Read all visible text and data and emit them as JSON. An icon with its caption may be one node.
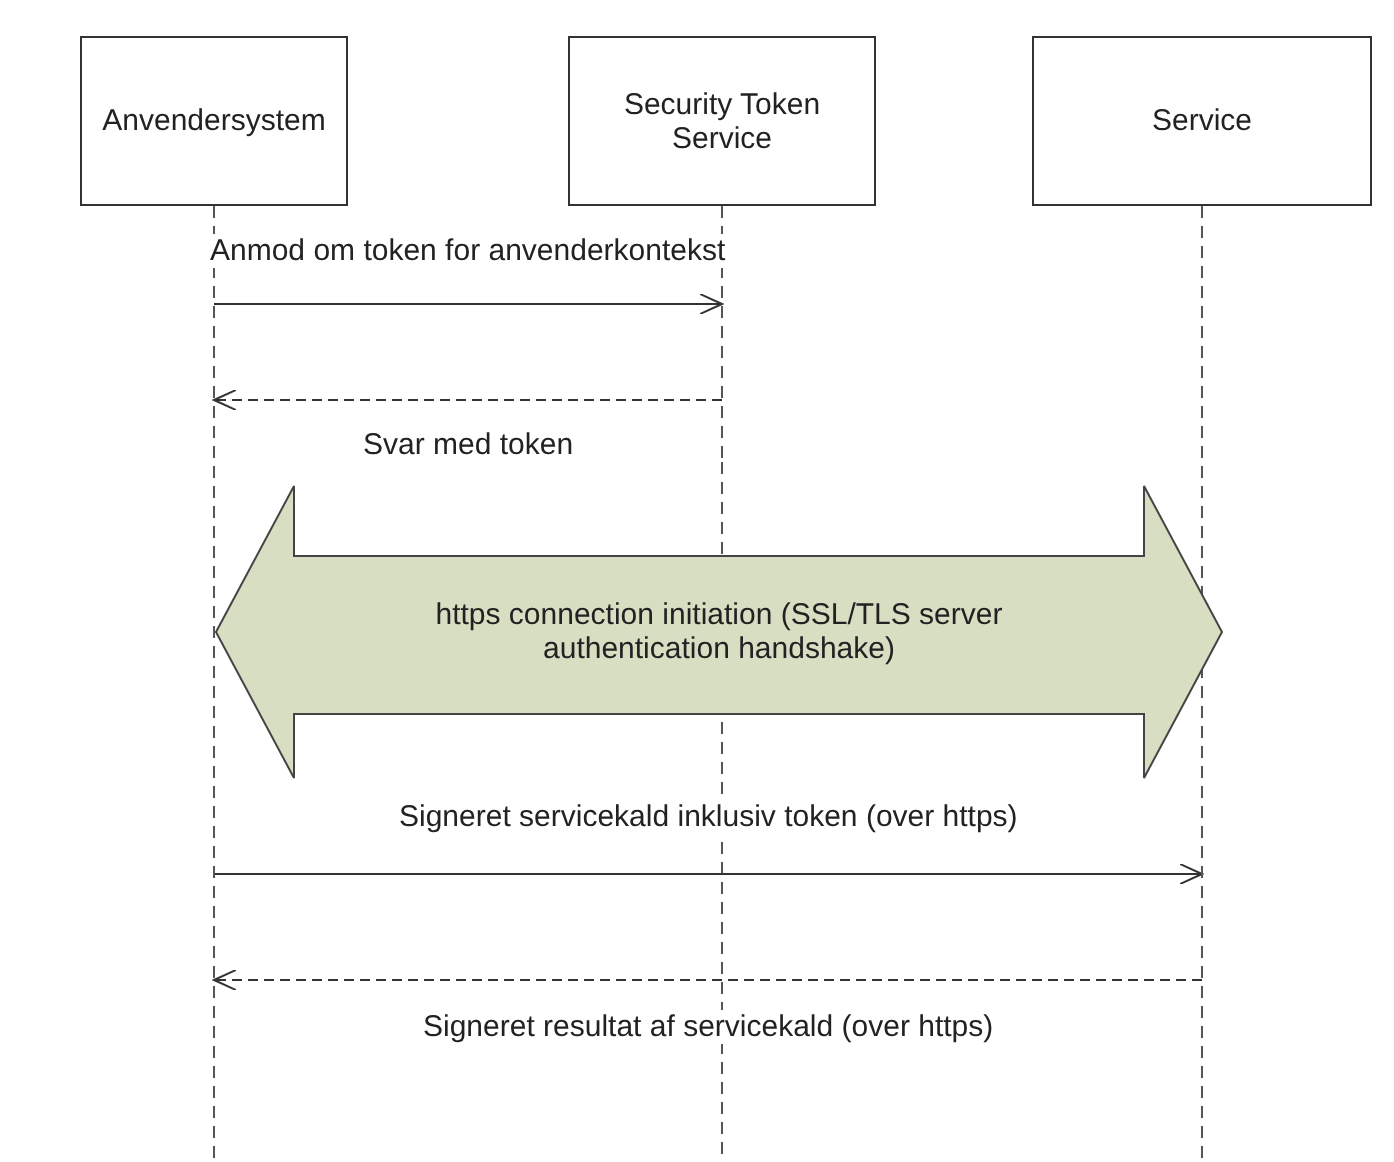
{
  "diagram": {
    "nodes": [
      {
        "text": [
          "Anvendersystem"
        ]
      },
      {
        "text": [
          "Security Token Service"
        ]
      },
      {
        "text": [
          "Service"
        ]
      },
      {
        "text": [
          "https connection initiation (SSL/TLS server authentication handshake)"
        ]
      }
    ],
    "edges": [
      {
        "from": 0,
        "to": 1,
        "arrow": "to",
        "label": "Anmod om token for anvenderkontekst"
      },
      {
        "from": 1,
        "to": 0,
        "arrow": "to",
        "style": "dashed",
        "label": "Svar med token"
      },
      {
        "from": 0,
        "to": 2,
        "arrow": "to",
        "label": "Signeret servicekald inklusiv token (over https)"
      },
      {
        "from": 2,
        "to": 0,
        "arrow": "to",
        "style": "dashed",
        "label": "Signeret resultat af servicekald (over https)"
      }
    ]
  }
}
